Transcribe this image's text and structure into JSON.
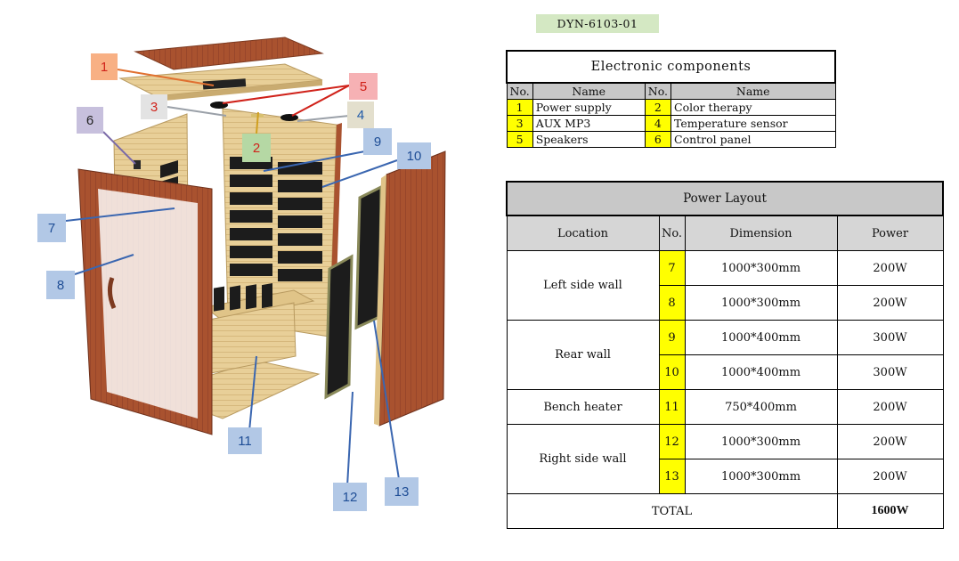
{
  "model_code": "DYN-6103-01",
  "callouts": [
    "1",
    "2",
    "3",
    "4",
    "5",
    "6",
    "7",
    "8",
    "9",
    "10",
    "11",
    "12",
    "13"
  ],
  "electronic": {
    "title": "Electronic components",
    "header": {
      "no": "No.",
      "name": "Name"
    },
    "rows": [
      {
        "no1": "1",
        "name1": "Power supply",
        "no2": "2",
        "name2": "Color therapy"
      },
      {
        "no1": "3",
        "name1": "AUX MP3",
        "no2": "4",
        "name2": "Temperature sensor"
      },
      {
        "no1": "5",
        "name1": "Speakers",
        "no2": "6",
        "name2": "Control panel"
      }
    ]
  },
  "power": {
    "title": "Power Layout",
    "header": {
      "location": "Location",
      "no": "No.",
      "dimension": "Dimension",
      "power": "Power"
    },
    "groups": [
      {
        "location": "Left side wall",
        "rows": [
          {
            "no": "7",
            "dimension": "1000*300mm",
            "power": "200W"
          },
          {
            "no": "8",
            "dimension": "1000*300mm",
            "power": "200W"
          }
        ]
      },
      {
        "location": "Rear wall",
        "rows": [
          {
            "no": "9",
            "dimension": "1000*400mm",
            "power": "300W"
          },
          {
            "no": "10",
            "dimension": "1000*400mm",
            "power": "300W"
          }
        ]
      },
      {
        "location": "Bench heater",
        "rows": [
          {
            "no": "11",
            "dimension": "750*400mm",
            "power": "200W"
          }
        ]
      },
      {
        "location": "Right side wall",
        "rows": [
          {
            "no": "12",
            "dimension": "1000*300mm",
            "power": "200W"
          },
          {
            "no": "13",
            "dimension": "1000*300mm",
            "power": "200W"
          }
        ]
      }
    ],
    "total_label": "TOTAL",
    "total_value": "1600W"
  },
  "colors": {
    "wood_light": "#e6cc93",
    "wood_dark": "#a94f2d",
    "heater": "#1b1b1b",
    "highlight": "#ffff00"
  }
}
